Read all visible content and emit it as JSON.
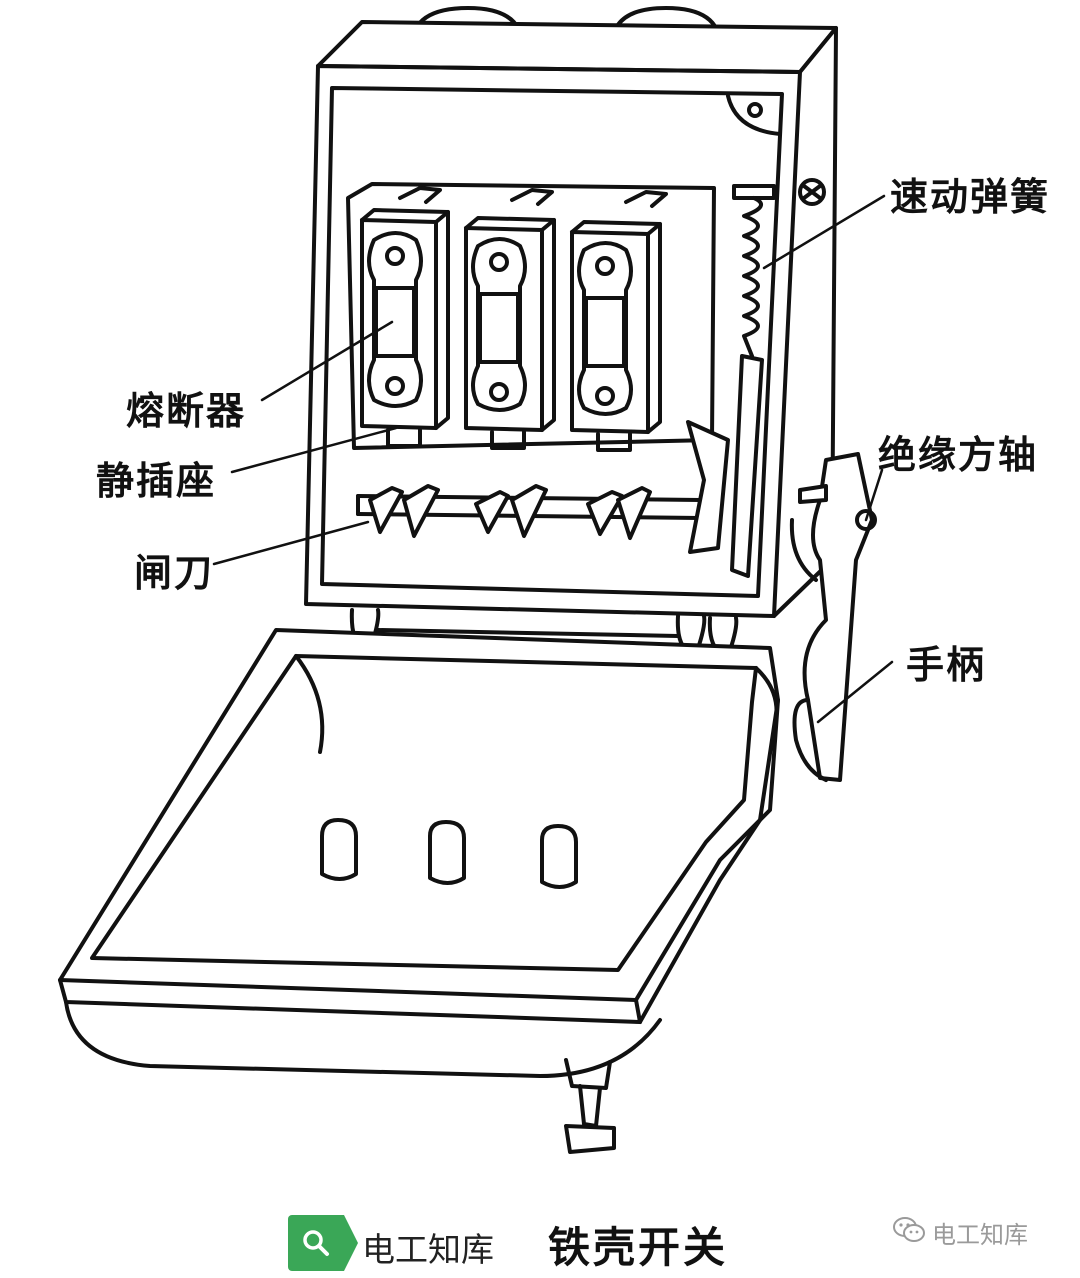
{
  "labels": {
    "spring": "速动弹簧",
    "fuse": "熔断器",
    "static_socket": "静插座",
    "insulated_shaft": "绝缘方轴",
    "blade": "闸刀",
    "handle": "手柄"
  },
  "footer": {
    "search_label": "电工知库",
    "caption": "铁壳开关",
    "watermark": "电工知库"
  },
  "icons": {
    "search": "search-icon",
    "wechat": "wechat-icon"
  },
  "colors": {
    "line": "#111111",
    "badge_green": "#3aa757",
    "watermark_gray": "#9a9a9a"
  }
}
